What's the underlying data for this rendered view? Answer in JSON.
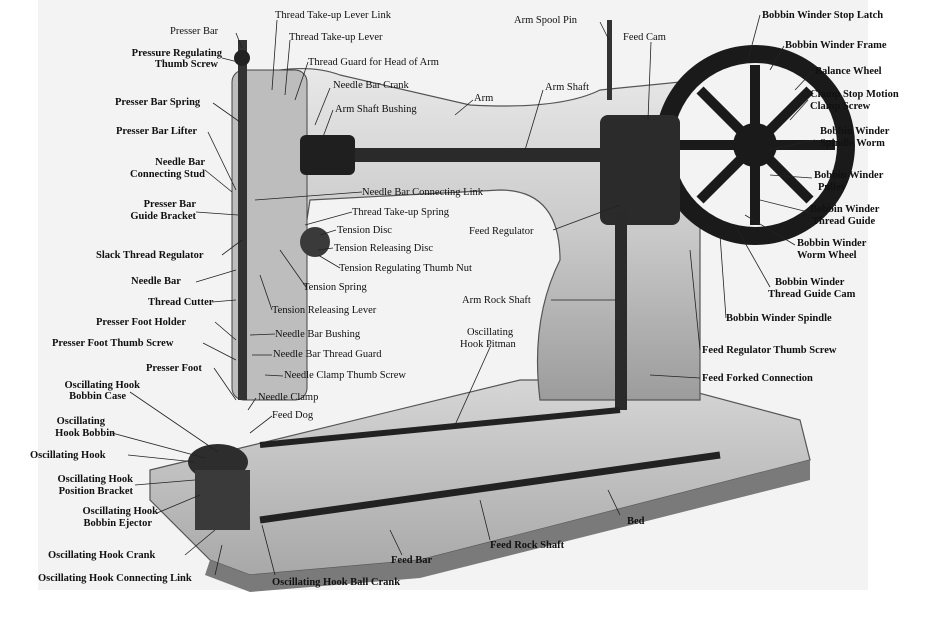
{
  "labels": {
    "presser_bar": "Presser Bar",
    "thread_takeup_lever_link": "Thread Take-up Lever Link",
    "thread_takeup_lever": "Thread Take-up Lever",
    "thread_guard_head_of_arm": "Thread Guard for Head of Arm",
    "arm_spool_pin": "Arm Spool Pin",
    "feed_cam": "Feed Cam",
    "bobbin_winder_stop_latch": "Bobbin Winder Stop Latch",
    "bobbin_winder_frame": "Bobbin Winder Frame",
    "balance_wheel": "Balance Wheel",
    "clamp_stop_motion_clamp_screw_1": "Clamp Stop Motion",
    "clamp_stop_motion_clamp_screw_2": "Clamp Screw",
    "bobbin_winder_spindle_worm_1": "Bobbin Winder",
    "bobbin_winder_spindle_worm_2": "Spindle Worm",
    "bobbin_winder_pulley_1": "Bobbin Winder",
    "bobbin_winder_pulley_2": "Pulley",
    "bobbin_winder_thread_guide_1": "Bobbin Winder",
    "bobbin_winder_thread_guide_2": "Thread Guide",
    "bobbin_winder_worm_wheel_1": "Bobbin Winder",
    "bobbin_winder_worm_wheel_2": "Worm Wheel",
    "bobbin_winder_thread_guide_cam_1": "Bobbin Winder",
    "bobbin_winder_thread_guide_cam_2": "Thread Guide Cam",
    "bobbin_winder_spindle": "Bobbin Winder Spindle",
    "feed_regulator_thumb_screw": "Feed Regulator Thumb Screw",
    "feed_forked_connection": "Feed Forked Connection",
    "pressure_regulating_thumb_screw_1": "Pressure Regulating",
    "pressure_regulating_thumb_screw_2": "Thumb Screw",
    "needle_bar_crank": "Needle Bar Crank",
    "arm_shaft_bushing": "Arm Shaft Bushing",
    "arm": "Arm",
    "arm_shaft": "Arm Shaft",
    "presser_bar_spring": "Presser Bar Spring",
    "presser_bar_lifter": "Presser Bar Lifter",
    "needle_bar_connecting_stud_1": "Needle Bar",
    "needle_bar_connecting_stud_2": "Connecting Stud",
    "needle_bar_connecting_link": "Needle Bar Connecting Link",
    "presser_bar_guide_bracket_1": "Presser Bar",
    "presser_bar_guide_bracket_2": "Guide Bracket",
    "thread_takeup_spring": "Thread Take-up Spring",
    "tension_disc": "Tension Disc",
    "feed_regulator": "Feed Regulator",
    "tension_releasing_disc": "Tension Releasing Disc",
    "slack_thread_regulator": "Slack Thread Regulator",
    "tension_regulating_thumb_nut": "Tension Regulating Thumb Nut",
    "needle_bar": "Needle Bar",
    "tension_spring": "Tension Spring",
    "thread_cutter": "Thread Cutter",
    "arm_rock_shaft": "Arm Rock Shaft",
    "tension_releasing_lever": "Tension Releasing Lever",
    "presser_foot_holder": "Presser Foot Holder",
    "needle_bar_bushing": "Needle Bar Bushing",
    "oscillating_hook_pitman_1": "Oscillating",
    "oscillating_hook_pitman_2": "Hook Pitman",
    "presser_foot_thumb_screw": "Presser Foot Thumb Screw",
    "needle_bar_thread_guard": "Needle Bar Thread Guard",
    "presser_foot": "Presser Foot",
    "needle_clamp_thumb_screw": "Needle Clamp Thumb Screw",
    "oscillating_hook_bobbin_case_1": "Oscillating Hook",
    "oscillating_hook_bobbin_case_2": "Bobbin Case",
    "needle_clamp": "Needle Clamp",
    "feed_dog": "Feed Dog",
    "oscillating_hook_bobbin_1": "Oscillating",
    "oscillating_hook_bobbin_2": "Hook Bobbin",
    "oscillating_hook": "Oscillating Hook",
    "oscillating_hook_position_bracket_1": "Oscillating Hook",
    "oscillating_hook_position_bracket_2": "Position Bracket",
    "oscillating_hook_bobbin_ejector_1": "Oscillating Hook",
    "oscillating_hook_bobbin_ejector_2": "Bobbin Ejector",
    "bed": "Bed",
    "feed_rock_shaft": "Feed Rock Shaft",
    "oscillating_hook_crank": "Oscillating Hook Crank",
    "feed_bar": "Feed Bar",
    "oscillating_hook_connecting_link": "Oscillating Hook Connecting Link",
    "oscillating_hook_ball_crank": "Oscillating Hook Ball Crank"
  }
}
